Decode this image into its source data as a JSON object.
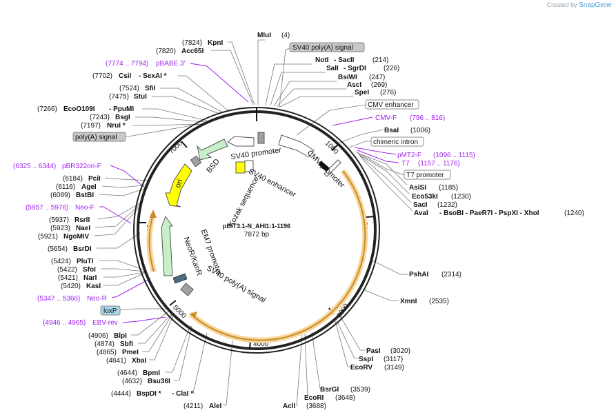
{
  "credit": {
    "prefix": "Created by",
    "brand": "SnapGene"
  },
  "plasmid": {
    "name": "pBiT3.1-N_AHI1:1-1196",
    "length": "7872 bp"
  },
  "ticks": [
    "1000",
    "2000",
    "3000",
    "4000",
    "5000",
    "6000",
    "7000"
  ],
  "features": [
    {
      "name": "SV40 promoter",
      "color": "#ffffff"
    },
    {
      "name": "SV40 enhancer",
      "color": "#ffffff"
    },
    {
      "name": "CMV promoter",
      "color": "#ffffff"
    },
    {
      "name": "BSD",
      "color": "#c8f0c8"
    },
    {
      "name": "ori",
      "color": "#ffff00"
    },
    {
      "name": "EM7 promoter",
      "color": "#ffffff"
    },
    {
      "name": "NeoR/KanR",
      "color": "#c8f0c8"
    },
    {
      "name": "SV40 poly(A) signal",
      "color": "#a0a0a0"
    },
    {
      "name": "Kozak sequence",
      "color": "#ffffff"
    }
  ],
  "boxed_labels": [
    "SV40 poly(A) signal",
    "CMV enhancer",
    "chimeric intron",
    "T7 promoter",
    "poly(A) signal",
    "loxP"
  ],
  "primers": [
    {
      "name": "pBABE 3'",
      "range": "(7774 .. 7794)"
    },
    {
      "name": "CMV-F",
      "range": "(796 .. 816)"
    },
    {
      "name": "pMT2-F",
      "range": "(1096 .. 1115)"
    },
    {
      "name": "T7",
      "range": "(1157 .. 1176)"
    },
    {
      "name": "pBR322ori-F",
      "range": "(6325 .. 6344)"
    },
    {
      "name": "Neo-F",
      "range": "(5957 .. 5976)"
    },
    {
      "name": "Neo-R",
      "range": "(5347 .. 5366)"
    },
    {
      "name": "EBV-rev",
      "range": "(4946 .. 4965)"
    }
  ],
  "right_sites": [
    {
      "name": "MluI",
      "pos": "(4)"
    },
    {
      "name": "NotI",
      "extra": "- SacII",
      "pos": "(214)"
    },
    {
      "name": "SalI",
      "extra": "- SgrDI",
      "pos": "(226)"
    },
    {
      "name": "BsiWI",
      "pos": "(247)"
    },
    {
      "name": "AscI",
      "pos": "(269)"
    },
    {
      "name": "SpeI",
      "pos": "(276)"
    },
    {
      "name": "BsaI",
      "pos": "(1006)"
    },
    {
      "name": "AsiSI",
      "pos": "(1185)"
    },
    {
      "name": "Eco53kI",
      "pos": "(1230)"
    },
    {
      "name": "SacI",
      "pos": "(1232)"
    },
    {
      "name": "AvaI",
      "extra": "- BsoBI - PaeR7I - PspXI - XhoI",
      "pos": "(1240)"
    },
    {
      "name": "PshAI",
      "pos": "(2314)"
    },
    {
      "name": "XmnI",
      "pos": "(2535)"
    },
    {
      "name": "PasI",
      "pos": "(3020)"
    },
    {
      "name": "SspI",
      "pos": "(3117)"
    },
    {
      "name": "EcoRV",
      "pos": "(3149)"
    },
    {
      "name": "BsrGI",
      "pos": "(3539)"
    },
    {
      "name": "EcoRI",
      "pos": "(3648)"
    },
    {
      "name": "AclI",
      "pos": "(3688)"
    }
  ],
  "left_sites": [
    {
      "name": "KpnI",
      "pos": "(7824)"
    },
    {
      "name": "Acc65I",
      "pos": "(7820)"
    },
    {
      "name": "CsiI",
      "extra": "- SexAI *",
      "pos": "(7702)"
    },
    {
      "name": "SfiI",
      "pos": "(7524)"
    },
    {
      "name": "StuI",
      "pos": "(7475)"
    },
    {
      "name": "EcoO109I",
      "extra": "- PpuMI",
      "pos": "(7266)"
    },
    {
      "name": "BsgI",
      "pos": "(7243)"
    },
    {
      "name": "NruI *",
      "pos": "(7197)"
    },
    {
      "name": "PciI",
      "pos": "(6184)"
    },
    {
      "name": "AgeI",
      "pos": "(6116)"
    },
    {
      "name": "BstBI",
      "pos": "(6089)"
    },
    {
      "name": "RsrII",
      "pos": "(5937)"
    },
    {
      "name": "NaeI",
      "pos": "(5923)"
    },
    {
      "name": "NgoMIV",
      "pos": "(5921)"
    },
    {
      "name": "BsrDI",
      "pos": "(5654)"
    },
    {
      "name": "PluTI",
      "pos": "(5424)"
    },
    {
      "name": "SfoI",
      "pos": "(5422)"
    },
    {
      "name": "NarI",
      "pos": "(5421)"
    },
    {
      "name": "KasI",
      "pos": "(5420)"
    },
    {
      "name": "BlpI",
      "pos": "(4906)"
    },
    {
      "name": "SbfI",
      "pos": "(4874)"
    },
    {
      "name": "PmeI",
      "pos": "(4865)"
    },
    {
      "name": "XbaI",
      "pos": "(4841)"
    },
    {
      "name": "BpmI",
      "pos": "(4644)"
    },
    {
      "name": "Bsu36I",
      "pos": "(4632)"
    },
    {
      "name": "BspDI *",
      "extra": "- ClaI *",
      "pos": "(4444)"
    },
    {
      "name": "AleI",
      "pos": "(4211)"
    }
  ]
}
